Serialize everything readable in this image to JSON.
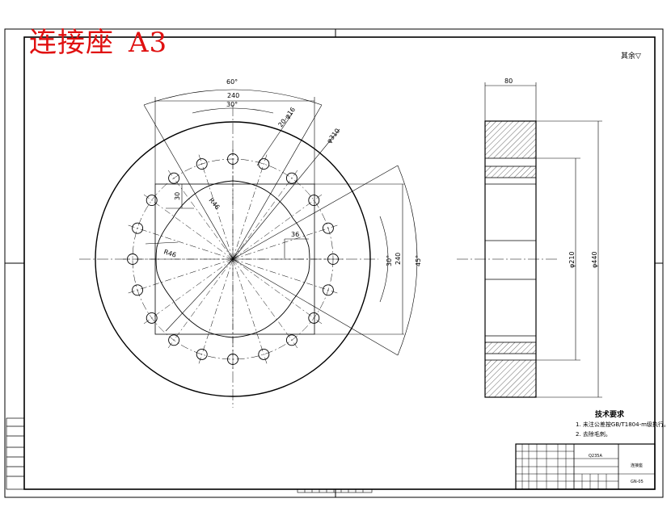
{
  "title_block_top": {
    "material": "Q235A"
  },
  "title_block": {
    "name": "连接座",
    "drawing_no": "GN-05"
  },
  "watermark": {
    "name": "连接座",
    "format": "A3"
  },
  "roughness_note": "其余",
  "roughness_mark": "▽",
  "technical_requirements": {
    "title": "技术要求",
    "items": [
      "1. 未注公差按GB/T1804-m级执行。",
      "2. 去除毛刺。"
    ]
  },
  "dimensions": {
    "front": {
      "angle_60": "60°",
      "angle_30_top": "30°",
      "width_240_top": "240",
      "bolt_hole": "20-φ16",
      "outer_diameter": "φ310",
      "depth_30": "30",
      "radius_r46": "R46",
      "inner_36": "36",
      "radius_r46b": "R46",
      "angle_30_right": "30°",
      "height_240_right": "240",
      "angle_45": "45°"
    },
    "side": {
      "thickness": "80",
      "diameter_210": "φ210",
      "diameter_440": "φ440"
    }
  }
}
